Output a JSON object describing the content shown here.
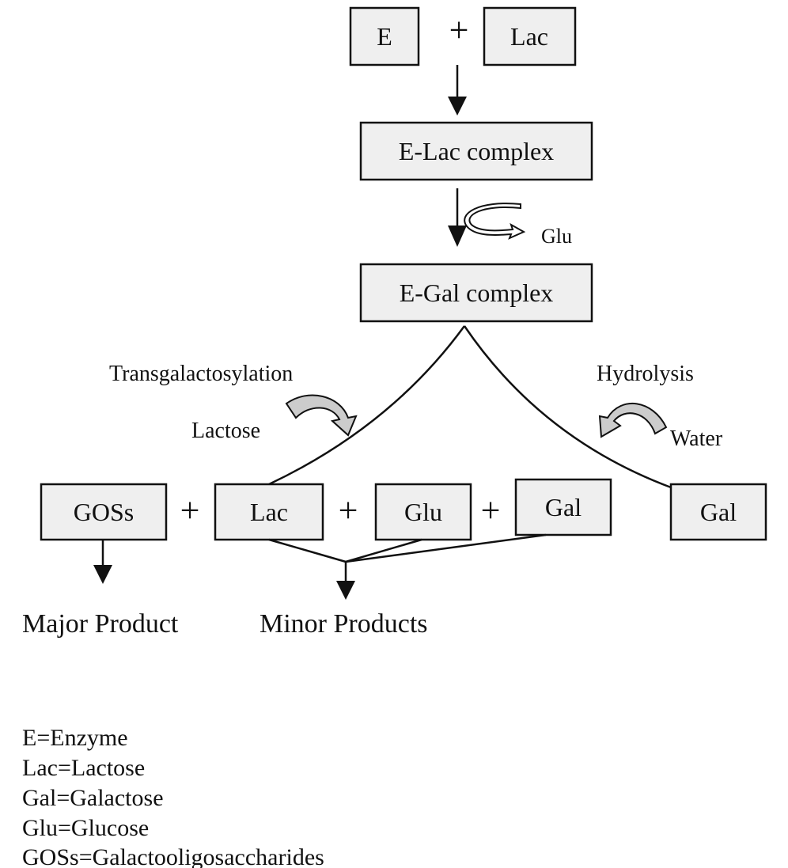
{
  "reactants": {
    "enzyme": "E",
    "plus": "+",
    "lactose": "Lac"
  },
  "complexes": {
    "e_lac": "E-Lac complex",
    "e_gal": "E-Gal complex"
  },
  "released": {
    "glucose": "Glu"
  },
  "branches": {
    "left_process": "Transgalactosylation",
    "left_input": "Lactose",
    "right_process": "Hydrolysis",
    "right_input": "Water"
  },
  "products": {
    "gos": "GOSs",
    "lac": "Lac",
    "glu": "Glu",
    "gal": "Gal",
    "hydrolysis_gal": "Gal",
    "plus": "+"
  },
  "outcomes": {
    "major": "Major Product",
    "minor": "Minor Products"
  },
  "legend": [
    "E=Enzyme",
    "Lac=Lactose",
    "Gal=Galactose",
    "Glu=Glucose",
    "GOSs=Galactooligosaccharides"
  ],
  "colors": {
    "box_fill": "#efefef",
    "curved_arrow_fill": "#cccccc",
    "stroke": "#111111"
  }
}
